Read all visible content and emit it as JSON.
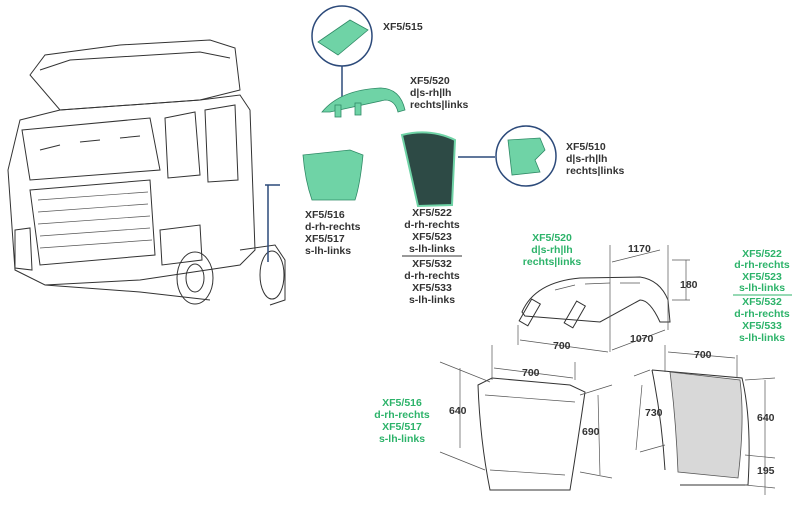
{
  "colors": {
    "part_green": "#6fd3a6",
    "label_green": "#2db36a",
    "callout_blue": "#2c4a7a",
    "flap_dark": "#2d4a45"
  },
  "callouts": {
    "xf5_515": "XF5/515",
    "xf5_520": [
      "XF5/520",
      "d|s-rh|lh",
      "rechts|links"
    ],
    "xf5_510": [
      "XF5/510",
      "d|s-rh|lh",
      "rechts|links"
    ],
    "xf5_516": [
      "XF5/516",
      "d-rh-rechts",
      "XF5/517",
      "s-lh-links"
    ],
    "xf5_522": [
      "XF5/522",
      "d-rh-rechts",
      "XF5/523",
      "s-lh-links",
      "XF5/532",
      "d-rh-rechts",
      "XF5/533",
      "s-lh-links"
    ]
  },
  "dimension_labels": {
    "top_520": [
      "XF5/520",
      "d|s-rh|lh",
      "rechts|links"
    ],
    "right_522": [
      "XF5/522",
      "d-rh-rechts",
      "XF5/523",
      "s-lh-links",
      "XF5/532",
      "d-rh-rechts",
      "XF5/533",
      "s-lh-links"
    ],
    "left_516": [
      "XF5/516",
      "d-rh-rechts",
      "XF5/517",
      "s-lh-links"
    ]
  },
  "dimensions": {
    "top_length": "1170",
    "top_height": "180",
    "top_width": "700",
    "top_depth": "1070",
    "front_width": "700",
    "front_height": "640",
    "front_length": "690",
    "rear_width": "700",
    "rear_arc": "730",
    "rear_height": "640",
    "rear_flap": "195"
  }
}
